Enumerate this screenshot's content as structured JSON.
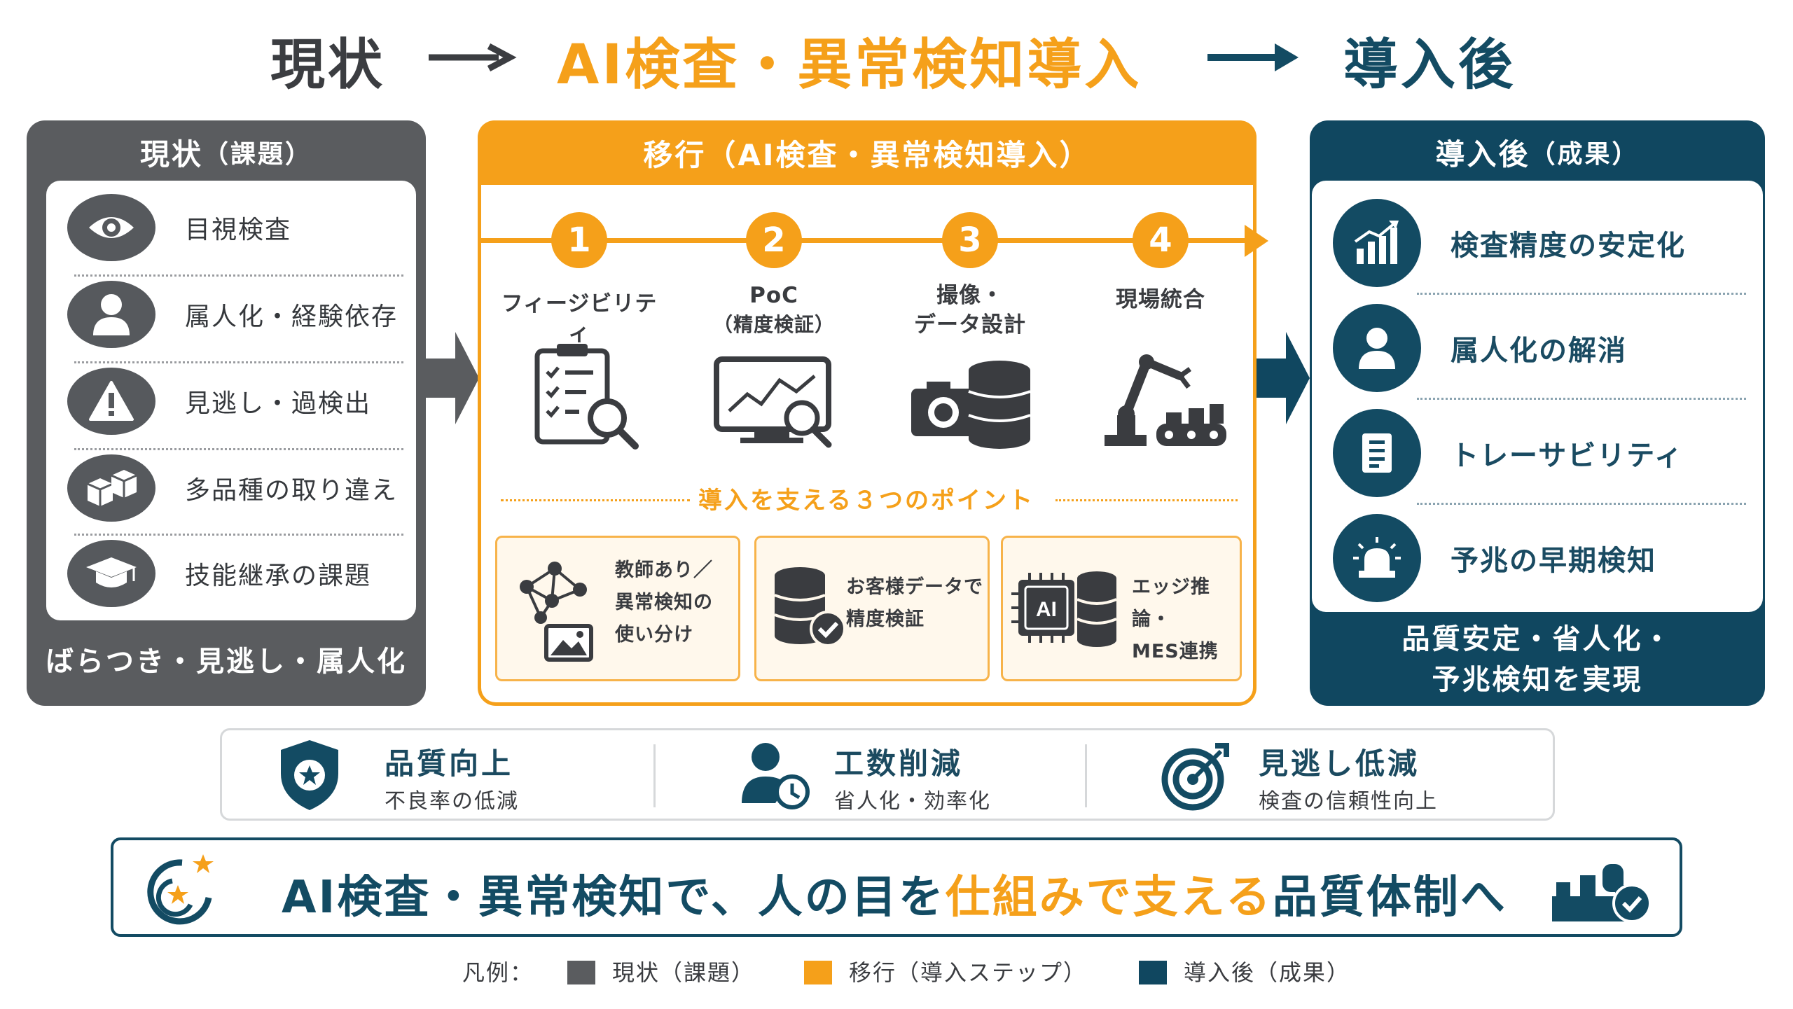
{
  "header": {
    "before": "現状",
    "middle": "AI検査・異常検知導入",
    "after": "導入後"
  },
  "left_panel": {
    "title": "現状",
    "title_paren": "（課題）",
    "items": [
      {
        "label": "目視検査",
        "icon": "eye-icon"
      },
      {
        "label": "属人化・経験依存",
        "icon": "person-icon"
      },
      {
        "label": "見逃し・過検出",
        "icon": "warning-icon"
      },
      {
        "label": "多品種の取り違え",
        "icon": "boxes-icon"
      },
      {
        "label": "技能継承の課題",
        "icon": "graduation-cap-icon"
      }
    ],
    "footer": "ばらつき・見逃し・属人化"
  },
  "middle_panel": {
    "title": "移行（AI検査・異常検知導入）",
    "steps": [
      {
        "num": "1",
        "label": "フィージビリティ",
        "icon": "checklist-search-icon"
      },
      {
        "num": "2",
        "label_line1": "PoC",
        "label_line2": "（精度検証）",
        "icon": "monitor-chart-search-icon"
      },
      {
        "num": "3",
        "label_line1": "撮像・",
        "label_line2": "データ設計",
        "icon": "camera-database-icon"
      },
      {
        "num": "4",
        "label": "現場統合",
        "icon": "robot-arm-conveyor-icon"
      }
    ],
    "points_title": "導入を支える３つのポイント",
    "points": [
      {
        "line1": "教師あり／",
        "line2": "異常検知の",
        "line3": "使い分け",
        "icon": "network-image-icon"
      },
      {
        "line1": "お客様データで",
        "line2": "精度検証",
        "icon": "database-check-icon"
      },
      {
        "line1": "エッジ推論・",
        "line2": "MES連携",
        "icon": "ai-chip-database-icon",
        "chip_text": "AI"
      }
    ]
  },
  "right_panel": {
    "title": "導入後",
    "title_paren": "（成果）",
    "items": [
      {
        "label": "検査精度の安定化",
        "icon": "bar-chart-up-icon"
      },
      {
        "label": "属人化の解消",
        "icon": "person-icon"
      },
      {
        "label": "トレーサビリティ",
        "icon": "document-icon"
      },
      {
        "label": "予兆の早期検知",
        "icon": "alarm-light-icon"
      }
    ],
    "footer_line1": "品質安定・省人化・",
    "footer_line2": "予兆検知を実現"
  },
  "benefits": [
    {
      "title": "品質向上",
      "sub": "不良率の低減",
      "icon": "shield-star-icon"
    },
    {
      "title": "工数削減",
      "sub": "省人化・効率化",
      "icon": "person-clock-icon"
    },
    {
      "title": "見逃し低減",
      "sub": "検査の信頼性向上",
      "icon": "target-icon"
    }
  ],
  "slogan": {
    "part1": "AI検査・異常検知で、人の目を",
    "part2": "仕組みで支える",
    "part3": "品質体制へ"
  },
  "legend": {
    "label": "凡例：",
    "items": [
      {
        "label": "現状（課題）",
        "color": "#5a5c5f"
      },
      {
        "label": "移行（導入ステップ）",
        "color": "#f5a01a"
      },
      {
        "label": "導入後（成果）",
        "color": "#104760"
      }
    ]
  },
  "colors": {
    "gray": "#5a5c5f",
    "orange": "#f5a01a",
    "navy": "#104760"
  }
}
